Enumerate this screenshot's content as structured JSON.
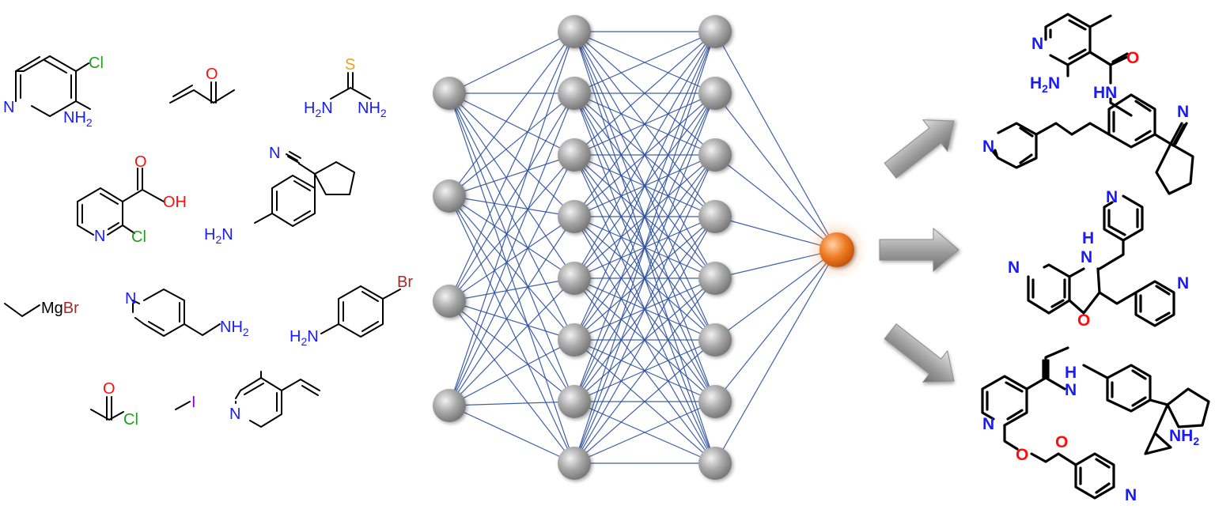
{
  "colors": {
    "carbon": "#000000",
    "nitrogen": "#1a1aff",
    "oxygen": "#ff0d0d",
    "chlorine": "#1f9e1f",
    "bromine": "#a52a2a",
    "sulfur": "#e8a020",
    "iodine": "#9400d3",
    "edge": "#2b4f9e",
    "node": "#9a9a9a",
    "output_node": "#f07d28"
  },
  "network": {
    "layers": [
      4,
      8,
      8,
      1
    ]
  },
  "atom_labels": {
    "cl": "Cl",
    "n": "N",
    "nh": "NH",
    "h2": "H",
    "two": "2",
    "o": "O",
    "oh": "OH",
    "s": "S",
    "mg": "Mg",
    "br": "Br",
    "i": "I",
    "hn": "HN",
    "h": "H"
  }
}
